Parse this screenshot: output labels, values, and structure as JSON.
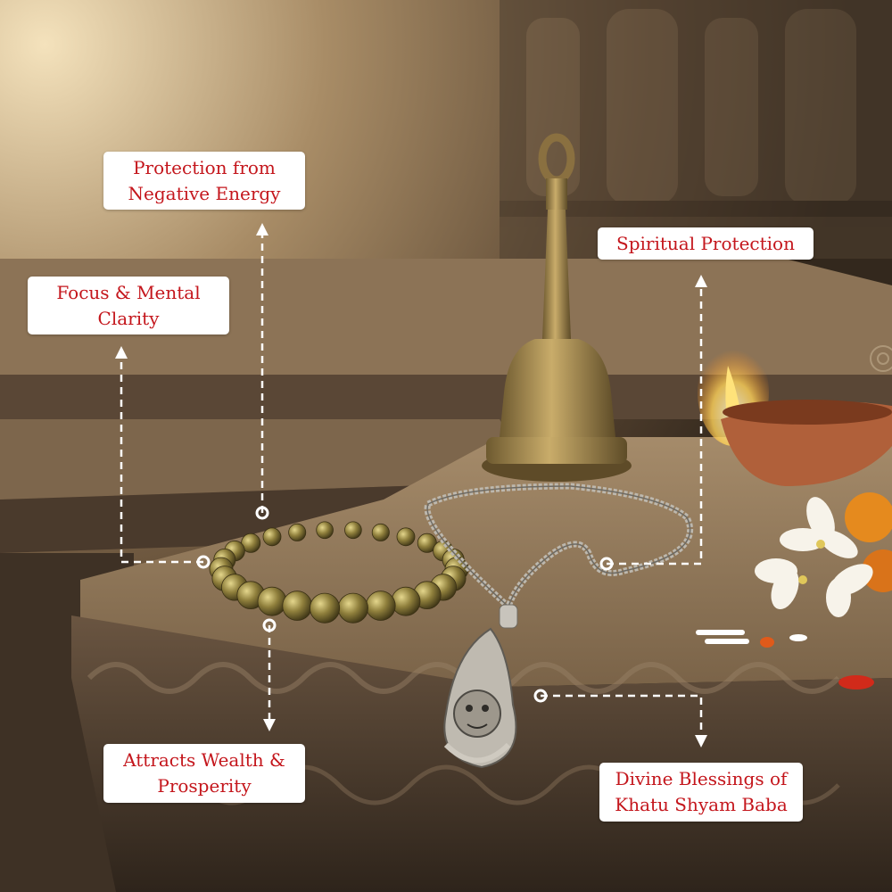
{
  "callouts": {
    "negative_energy": {
      "line1": "Protection from",
      "line2": "Negative Energy"
    },
    "spiritual": {
      "line1": "Spiritual Protection"
    },
    "focus": {
      "line1": "Focus & Mental",
      "line2": "Clarity"
    },
    "wealth": {
      "line1": "Attracts Wealth &",
      "line2": "Prosperity"
    },
    "divine": {
      "line1": "Divine Blessings of",
      "line2": "Khatu Shyam Baba"
    }
  },
  "colors": {
    "label_text": "#c4161c",
    "label_bg": "#ffffff",
    "connector": "#ffffff",
    "stone_light": "#a08866",
    "stone_dark": "#3d3024",
    "brass": "#a8894a",
    "pyrite": "#8a7a3c",
    "silver": "#c8c4bc",
    "clay": "#b0603a"
  }
}
